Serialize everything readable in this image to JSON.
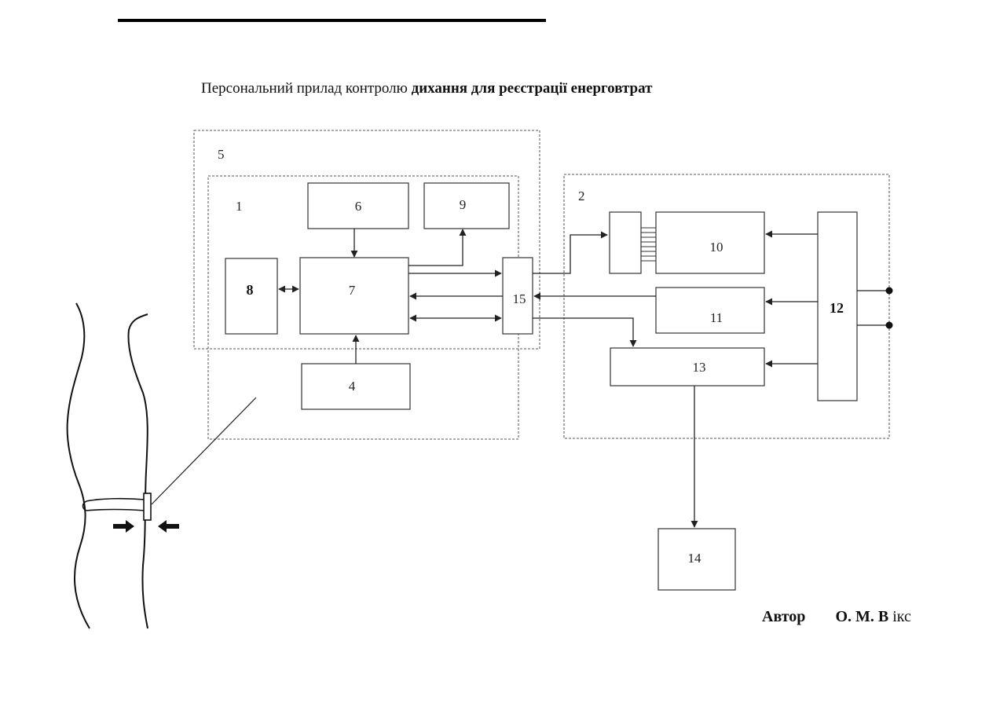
{
  "title": {
    "regular": "Персональний прилад контролю ",
    "bold": "дихання для реєстрації енерговтрат"
  },
  "diagram": {
    "group_labels": {
      "outer_5": "5",
      "inner_1": "1",
      "right_2": "2"
    },
    "blocks": {
      "b4": "4",
      "b6": "6",
      "b7": "7",
      "b8": "8",
      "b9": "9",
      "b10": "10",
      "b11": "11",
      "b12": "12",
      "b13": "13",
      "b14": "14",
      "b15": "15"
    }
  },
  "author": {
    "label": "Автор",
    "name_bold": "О. М. В",
    "name_regular": "ікс"
  }
}
